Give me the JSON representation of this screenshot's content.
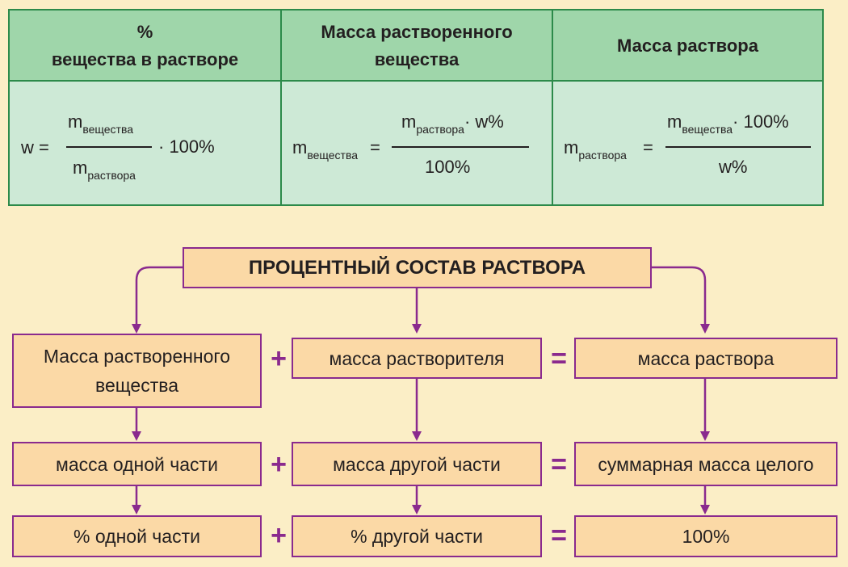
{
  "formula_table": {
    "headers": [
      "%\nвещества в растворе",
      "Масса растворенного\nвещества",
      "Масса раствора"
    ],
    "formula1": {
      "lhs": "w =",
      "num_main": "m",
      "num_sub": "вещества",
      "den_main": "m",
      "den_sub": "раствора",
      "factor": "· 100%"
    },
    "formula2": {
      "lhs_main": "m",
      "lhs_sub": "вещества",
      "eq": "=",
      "num_main": "m",
      "num_sub": "раствора",
      "num_rest": "· w%",
      "den": "100%"
    },
    "formula3": {
      "lhs_main": "m",
      "lhs_sub": "раствора",
      "eq": "=",
      "num_main": "m",
      "num_sub": "вещества",
      "num_rest": "· 100%",
      "den": "w%"
    }
  },
  "diagram": {
    "title": "ПРОЦЕНТНЫЙ СОСТАВ РАСТВОРА",
    "row1": [
      "Масса растворенного\nвещества",
      "масса растворителя",
      "масса раствора"
    ],
    "row2": [
      "масса одной части",
      "масса другой части",
      "суммарная масса целого"
    ],
    "row3": [
      "% одной части",
      "% другой части",
      "100%"
    ],
    "plus": "+",
    "equals": "="
  },
  "colors": {
    "background": "#fbeec6",
    "table_header": "#9fd6aa",
    "table_body": "#cde9d6",
    "table_border": "#2c8a4a",
    "box_fill": "#fbd9a6",
    "box_border": "#8a2a8e",
    "arrow": "#8a2a8e"
  }
}
